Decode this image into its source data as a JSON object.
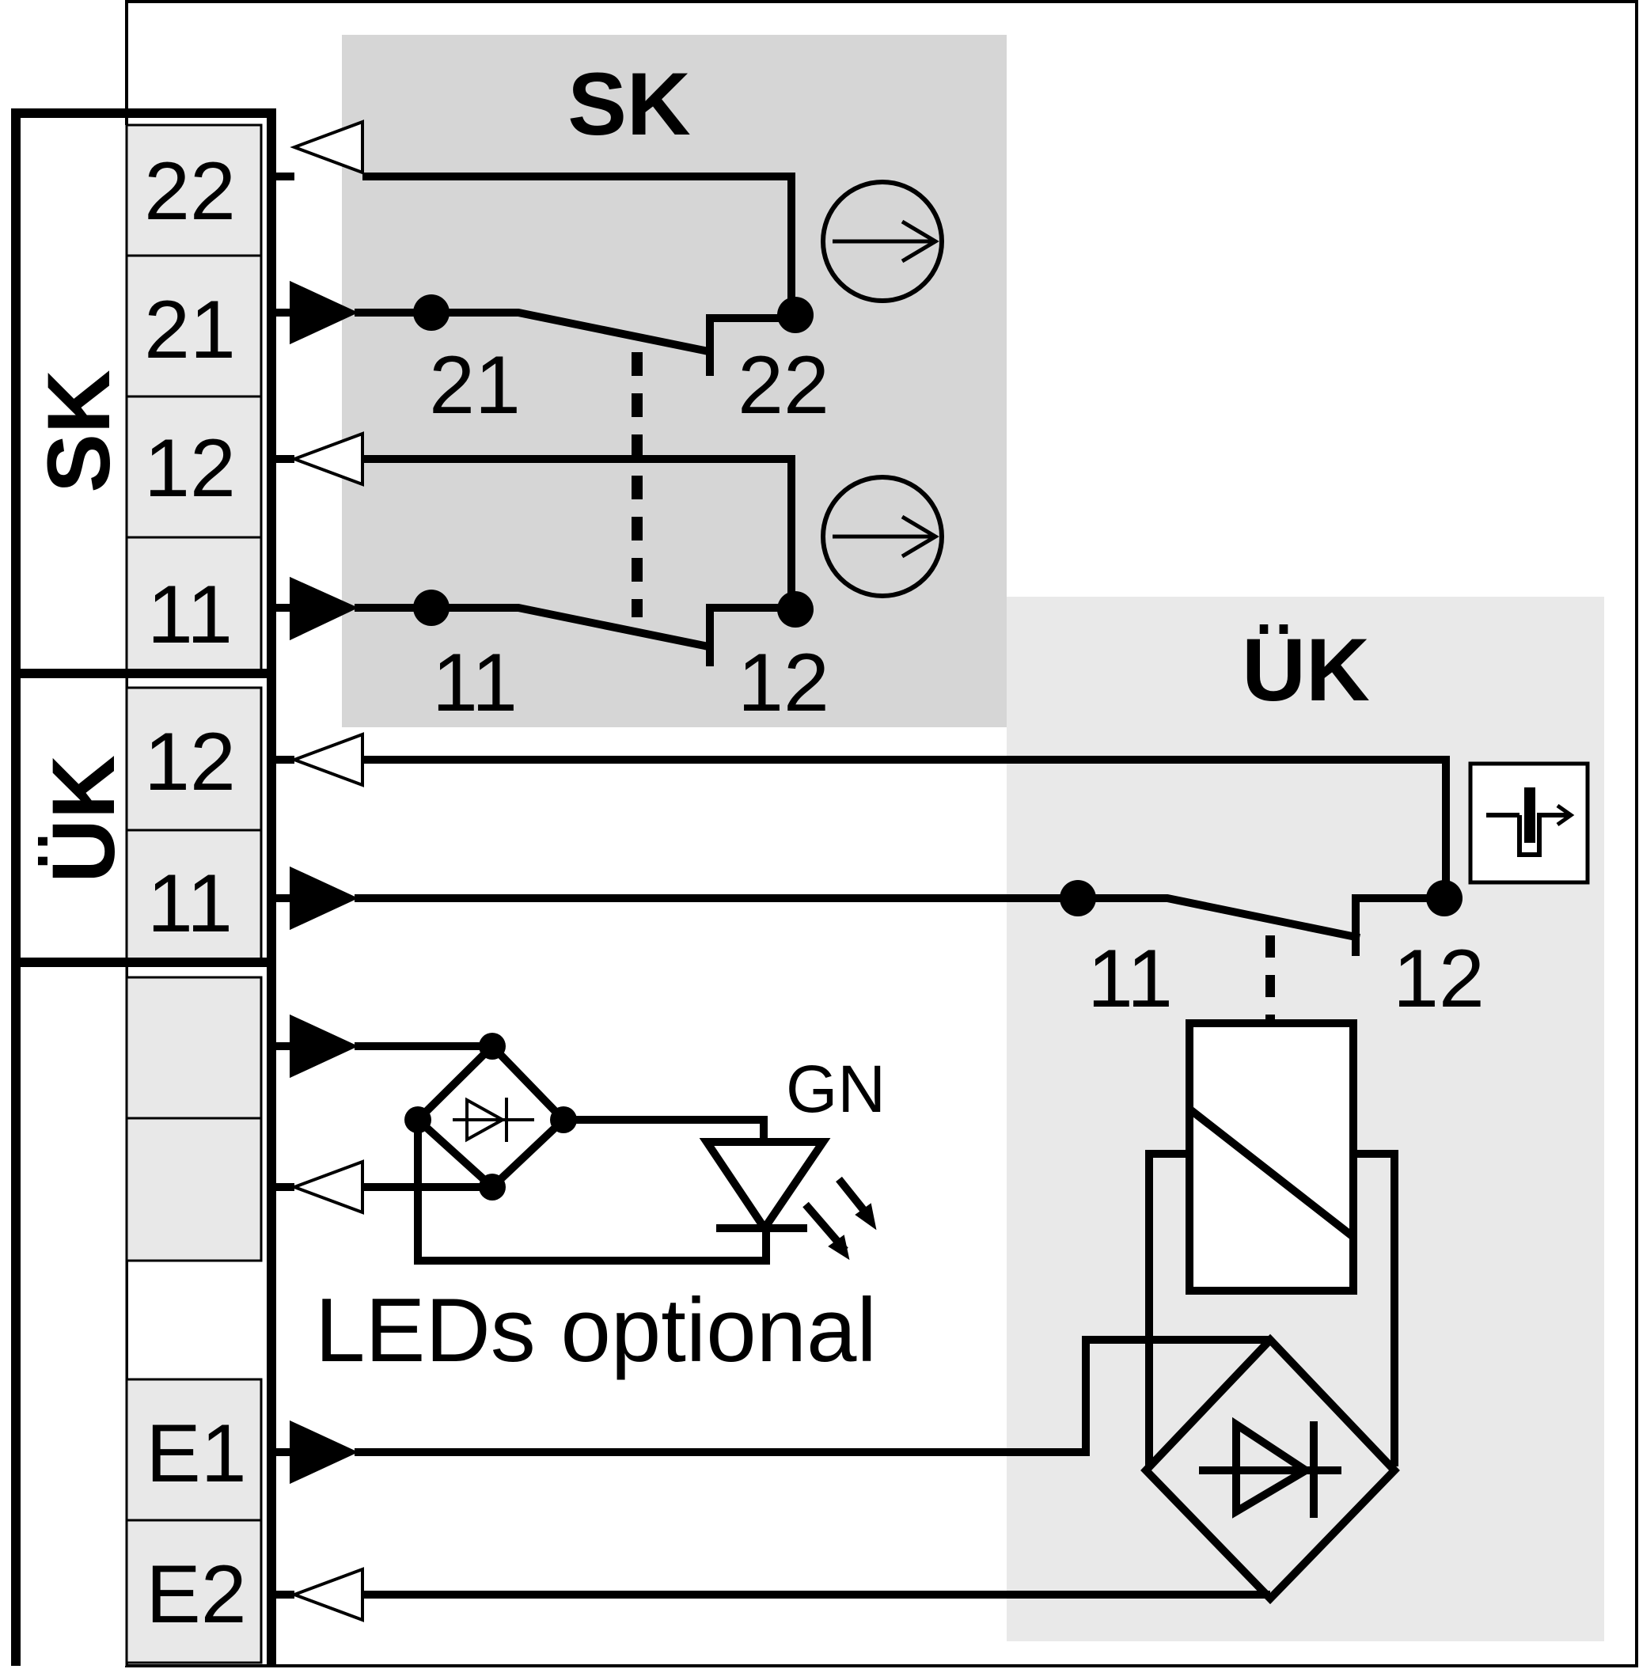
{
  "strip": {
    "group_sk": "SK",
    "group_uk": "ÜK",
    "t_sk_22": "22",
    "t_sk_21": "21",
    "t_sk_12": "12",
    "t_sk_11": "11",
    "t_uk_12": "12",
    "t_uk_11": "11",
    "t_e1": "E1",
    "t_e2": "E2"
  },
  "sk_block": {
    "title": "SK",
    "c1_left": "21",
    "c1_right": "22",
    "c2_left": "11",
    "c2_right": "12"
  },
  "uk_block": {
    "title": "ÜK",
    "c_left": "11",
    "c_right": "12"
  },
  "led": {
    "color_label": "GN",
    "note": "LEDs optional"
  },
  "colors": {
    "sk_area": "#d6d6d6",
    "uk_area": "#e9e9e9",
    "terminal_cell": "#e8e8e8",
    "line": "#000000"
  },
  "icons": [
    "positive-opening-arrow-icon",
    "delayed-contact-icon",
    "led-emission-arrows-icon"
  ]
}
